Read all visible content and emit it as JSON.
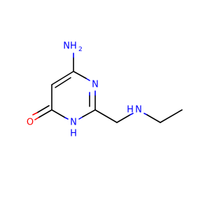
{
  "molecule": {
    "atoms": {
      "amino_n": {
        "label": "NH",
        "sub": "2",
        "color": "#0000ff"
      },
      "ring_n3": {
        "label": "N",
        "color": "#0000ff"
      },
      "ring_n1": {
        "label": "N",
        "sub": "",
        "color": "#0000ff"
      },
      "ring_n1_h": {
        "label": "H",
        "color": "#0000ff"
      },
      "chain_n": {
        "label": "N",
        "color": "#0000ff"
      },
      "chain_n_h": {
        "label": "H",
        "color": "#0000ff"
      },
      "oxygen": {
        "label": "O",
        "color": "#ff0000"
      }
    }
  }
}
